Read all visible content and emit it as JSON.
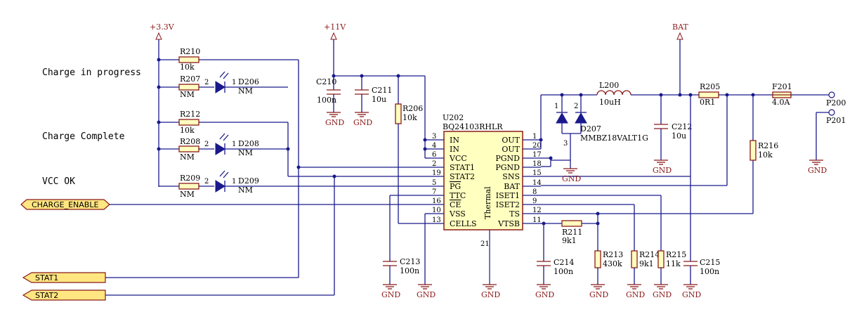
{
  "power": {
    "v33": "+3.3V",
    "v11": "+11V",
    "bat": "BAT",
    "gnd": "GND"
  },
  "notes": {
    "charge_in_progress": "Charge in progress",
    "charge_complete": "Charge Complete",
    "vcc_ok": "VCC OK"
  },
  "ports": {
    "charge_enable": "CHARGE_ENABLE",
    "stat1": "STAT1",
    "stat2": "STAT2"
  },
  "ic": {
    "ref": "U202",
    "part": "BQ24103RHLR",
    "thermal": "Thermal",
    "thermal_pin": "21",
    "left_pins": [
      {
        "num": "3",
        "name": "IN"
      },
      {
        "num": "4",
        "name": "IN"
      },
      {
        "num": "6",
        "name": "VCC"
      },
      {
        "num": "2",
        "name": "STAT1"
      },
      {
        "num": "19",
        "name": "STAT2"
      },
      {
        "num": "5",
        "name": "PG"
      },
      {
        "num": "7",
        "name": "TTC"
      },
      {
        "num": "16",
        "name": "CE"
      },
      {
        "num": "10",
        "name": "VSS"
      },
      {
        "num": "13",
        "name": "CELLS"
      }
    ],
    "right_pins": [
      {
        "num": "1",
        "name": "OUT"
      },
      {
        "num": "20",
        "name": "OUT"
      },
      {
        "num": "17",
        "name": "PGND"
      },
      {
        "num": "18",
        "name": "PGND"
      },
      {
        "num": "15",
        "name": "SNS"
      },
      {
        "num": "14",
        "name": "BAT"
      },
      {
        "num": "8",
        "name": "ISET1"
      },
      {
        "num": "9",
        "name": "ISET2"
      },
      {
        "num": "12",
        "name": "TS"
      },
      {
        "num": "11",
        "name": "VTSB"
      }
    ]
  },
  "components": {
    "r210": {
      "ref": "R210",
      "val": "10k"
    },
    "r207": {
      "ref": "R207",
      "val": "NM"
    },
    "r212": {
      "ref": "R212",
      "val": "10k"
    },
    "r208": {
      "ref": "R208",
      "val": "NM"
    },
    "r209": {
      "ref": "R209",
      "val": "NM"
    },
    "d206": {
      "ref": "D206",
      "val": "NM",
      "pin2": "2",
      "pin1": "1"
    },
    "d208": {
      "ref": "D208",
      "val": "NM",
      "pin2": "2",
      "pin1": "1"
    },
    "d209": {
      "ref": "D209",
      "val": "NM",
      "pin2": "2",
      "pin1": "1"
    },
    "c210": {
      "ref": "C210",
      "val": "100n"
    },
    "c211": {
      "ref": "C211",
      "val": "10u"
    },
    "r206": {
      "ref": "R206",
      "val": "10k"
    },
    "c213": {
      "ref": "C213",
      "val": "100n"
    },
    "c214": {
      "ref": "C214",
      "val": "100n"
    },
    "r211": {
      "ref": "R211",
      "val": "9k1"
    },
    "r213": {
      "ref": "R213",
      "val": "430k"
    },
    "r214": {
      "ref": "R214",
      "val": "9k1"
    },
    "r215": {
      "ref": "R215",
      "val": "11k"
    },
    "c215": {
      "ref": "C215",
      "val": "100n"
    },
    "l200": {
      "ref": "L200",
      "val": "10uH"
    },
    "d207": {
      "ref": "D207",
      "val": "MMBZ18VALT1G",
      "p1": "1",
      "p2": "2",
      "p3": "3"
    },
    "c212": {
      "ref": "C212",
      "val": "10u"
    },
    "r205": {
      "ref": "R205",
      "val": "0R1"
    },
    "f201": {
      "ref": "F201",
      "val": "4.0A"
    },
    "r216": {
      "ref": "R216",
      "val": "10k"
    },
    "p200": {
      "ref": "P200"
    },
    "p201": {
      "ref": "P201"
    }
  }
}
